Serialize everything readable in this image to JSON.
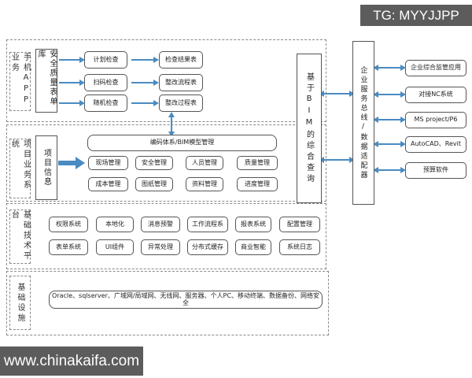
{
  "banners": {
    "top_right": "TG: MYYJJPP",
    "bottom_left": "www.chinakaifa.com"
  },
  "mobile_band": {
    "label": "手机APP业务",
    "library": "安全质量表单库",
    "checks": [
      "计划检查",
      "扫码检查",
      "随机检查"
    ],
    "results": [
      "检查结果表",
      "整改流程表",
      "整改过程表"
    ]
  },
  "project_band": {
    "label": "项目业务系统",
    "info": "项目信息",
    "coding": "编码体系/BIM模型管理",
    "row1": [
      "现场管理",
      "安全管理",
      "人员管理",
      "质量管理"
    ],
    "row2": [
      "成本管理",
      "图纸管理",
      "资料管理",
      "进度管理"
    ]
  },
  "platform_band": {
    "label": "基础技术平台",
    "row1": [
      "权限系统",
      "本地化",
      "消息预警",
      "工作流程系",
      "报表系统",
      "配置管理"
    ],
    "row2": [
      "表单系统",
      "UI组件",
      "异常处理",
      "分布式缓存",
      "商业智能",
      "系统日志"
    ]
  },
  "infra_band": {
    "label": "基础设施",
    "items": "Oracle、sqlserver、广域网/局域网、无线网、服务器、个人PC、移动终端、数据备份、网络安全"
  },
  "integration": {
    "bim_query": "基于BIM的综合查询",
    "esb": "企业服务总线/数据适配器"
  },
  "external_systems": [
    "企业综合监管应用",
    "对接NC系统",
    "MS project/P6",
    "AutoCAD、Revit",
    "预算软件"
  ],
  "colors": {
    "arrow": "#4a8bc2",
    "banner_bg": "#5c5c5c",
    "box_border": "#555555"
  }
}
